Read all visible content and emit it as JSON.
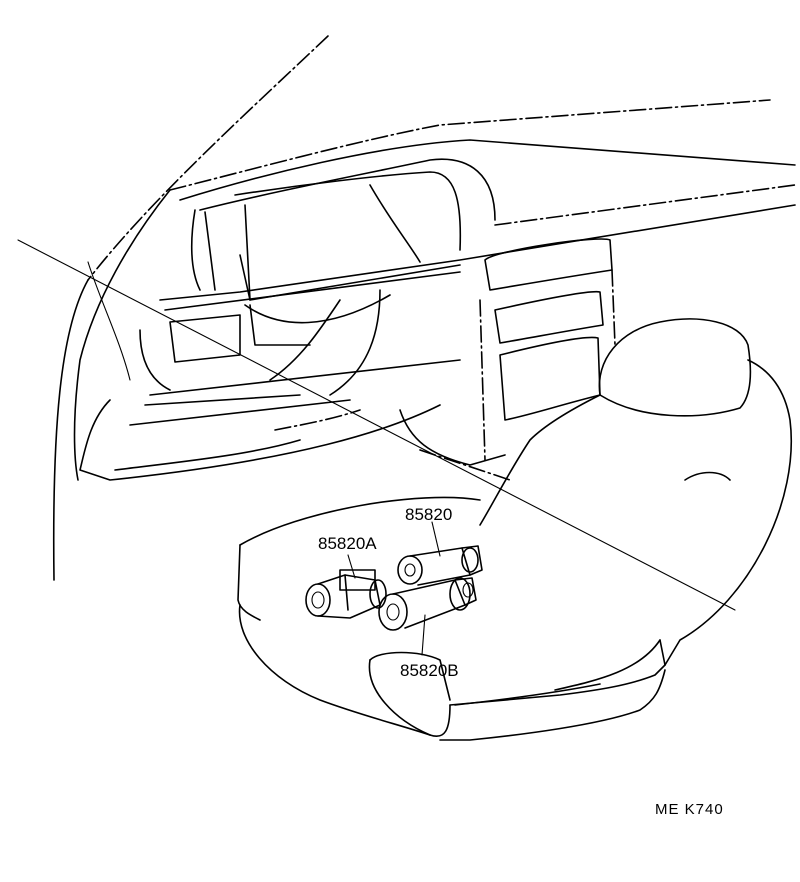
{
  "callouts": {
    "part_85820": "85820",
    "part_85820a": "85820A",
    "part_85820b": "85820B"
  },
  "footer": {
    "reference_code": "ME  K740"
  }
}
